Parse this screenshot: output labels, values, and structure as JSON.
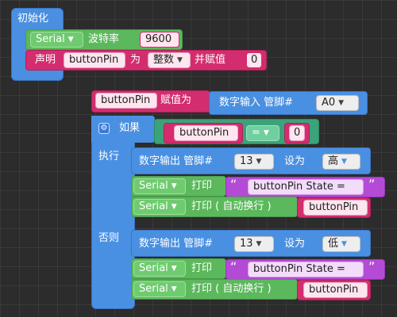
{
  "init": {
    "title": "初始化",
    "serial_dropdown": "Serial",
    "baud_label": "波特率",
    "baud_value": "9600",
    "declare_label": "声明",
    "var_name": "buttonPin",
    "as_label": "为",
    "type_dropdown": "整数",
    "assign_label": "并赋值",
    "init_value": "0"
  },
  "loop": {
    "assign_var": "buttonPin",
    "assign_label": "赋值为",
    "digital_read_label": "数字输入 管脚#",
    "read_pin": "A0",
    "if_label": "如果",
    "cond_var": "buttonPin",
    "cond_op": "=",
    "cond_value": "0",
    "then_label": "执行",
    "else_label": "否则",
    "then_branch": {
      "digital_write_label": "数字输出 管脚#",
      "pin": "13",
      "set_label": "设为",
      "level": "高",
      "serial1": "Serial",
      "print_label": "打印",
      "quote_open": "“",
      "print_text": "buttonPin State = ",
      "quote_close": "”",
      "serial2": "Serial",
      "println_label": "打印 ( 自动换行 )",
      "println_var": "buttonPin"
    },
    "else_branch": {
      "digital_write_label": "数字输出 管脚#",
      "pin": "13",
      "set_label": "设为",
      "level": "低",
      "serial1": "Serial",
      "print_label": "打印",
      "quote_open": "“",
      "print_text": "buttonPin State = ",
      "quote_close": "”",
      "serial2": "Serial",
      "println_label": "打印 ( 自动换行 )",
      "println_var": "buttonPin"
    }
  },
  "colors": {
    "blue": "#4a90e2",
    "green": "#5cb85c",
    "magenta": "#d42d6f",
    "teal": "#3ba37a",
    "purple": "#b44bd6",
    "light_pink": "#fde6ef",
    "light_grey": "#eeeeee"
  }
}
